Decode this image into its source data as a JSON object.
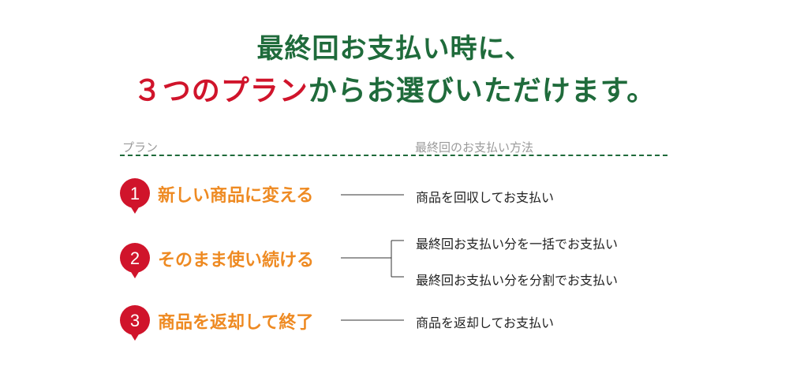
{
  "title": {
    "line1": "最終回お支払い時に、",
    "line2_accent": "３つのプラン",
    "line2_rest": "からお選びいただけます。"
  },
  "headers": {
    "plan": "プラン",
    "method": "最終回のお支払い方法"
  },
  "plans": [
    {
      "number": "1",
      "label": "新しい商品に変える",
      "options": [
        "商品を回収してお支払い"
      ]
    },
    {
      "number": "2",
      "label": "そのまま使い続ける",
      "options": [
        "最終回お支払い分を一括でお支払い",
        "最終回お支払い分を分割でお支払い"
      ]
    },
    {
      "number": "3",
      "label": "商品を返却して終了",
      "options": [
        "商品を返却してお支払い"
      ]
    }
  ],
  "colors": {
    "green": "#1f6b3b",
    "red": "#d0142b",
    "orange": "#ee8a22",
    "gray": "#9a9a9a"
  },
  "icons": [
    "pin-badge-icon"
  ]
}
